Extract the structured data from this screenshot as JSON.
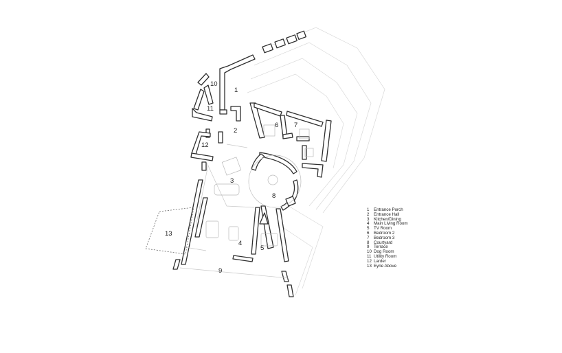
{
  "rooms": [
    {
      "number": "1"
    },
    {
      "number": "2"
    },
    {
      "number": "3"
    },
    {
      "number": "4"
    },
    {
      "number": "5"
    },
    {
      "number": "6"
    },
    {
      "number": "7"
    },
    {
      "number": "8"
    },
    {
      "number": "9"
    },
    {
      "number": "10"
    },
    {
      "number": "11"
    },
    {
      "number": "12"
    },
    {
      "number": "13"
    }
  ],
  "legend": [
    {
      "number": "1",
      "label": "Entrance Porch"
    },
    {
      "number": "2",
      "label": "Entrance Hall"
    },
    {
      "number": "3",
      "label": "Kitchen/Dining"
    },
    {
      "number": "4",
      "label": "Main Living  Room"
    },
    {
      "number": "5",
      "label": "TV Room"
    },
    {
      "number": "6",
      "label": "Bedroom 2"
    },
    {
      "number": "7",
      "label": "Bedroom 3"
    },
    {
      "number": "8",
      "label": "Courtyard"
    },
    {
      "number": "9",
      "label": "Terrace"
    },
    {
      "number": "10",
      "label": "Dog Room"
    },
    {
      "number": "11",
      "label": "Utility Room"
    },
    {
      "number": "12",
      "label": "Larder"
    },
    {
      "number": "13",
      "label": "Eyrie Above"
    }
  ]
}
